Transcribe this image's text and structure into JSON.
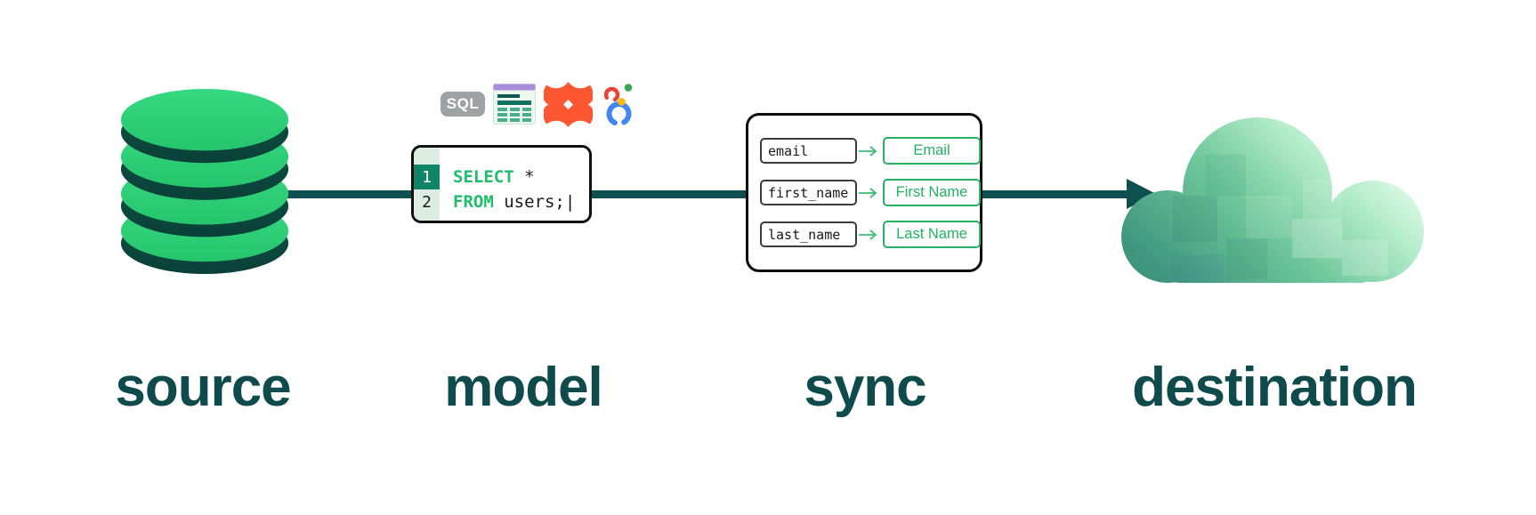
{
  "pipeline": {
    "stage_labels": {
      "source": "source",
      "model": "model",
      "sync": "sync",
      "destination": "destination"
    },
    "model": {
      "sql_badge": "SQL",
      "code": {
        "line1": {
          "number": "1",
          "keyword": "SELECT",
          "rest": " *"
        },
        "line2": {
          "number": "2",
          "keyword": "FROM",
          "rest": " users;",
          "cursor": "|"
        }
      }
    },
    "sync": {
      "mappings": [
        {
          "source_field": "email",
          "destination_field": "Email"
        },
        {
          "source_field": "first_name",
          "destination_field": "First Name"
        },
        {
          "source_field": "last_name",
          "destination_field": "Last Name"
        }
      ]
    },
    "colors": {
      "dark_teal": "#0E4F4F",
      "database_green": "#2BCE76",
      "code_keyword_green": "#1FBE6B",
      "mapping_green": "#24B362",
      "gutter_light_green": "#DCEEE2",
      "gutter_active_green": "#0E8566",
      "sql_badge_gray": "#9CA2A6",
      "spreadsheet_purple": "#A98CDB",
      "dbt_orange": "#FF5632",
      "looker_blue": "#4285F4",
      "looker_red": "#EA4335",
      "looker_yellow": "#FBBC05",
      "looker_green": "#34A853"
    }
  }
}
